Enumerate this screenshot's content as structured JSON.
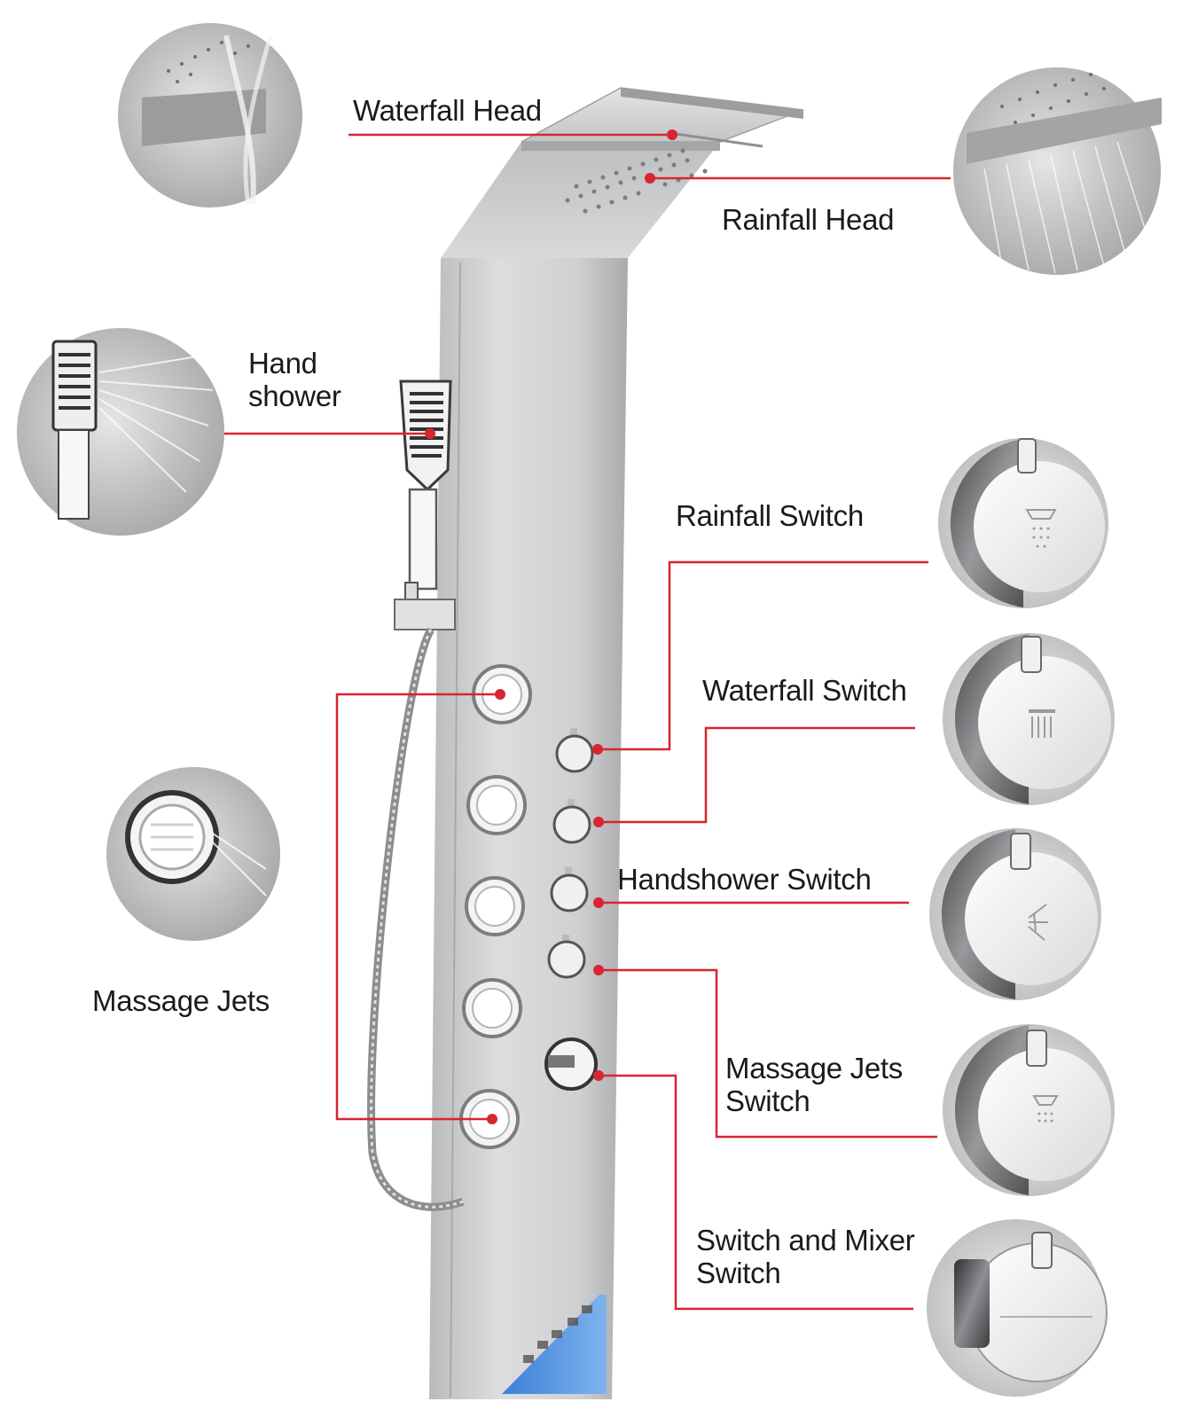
{
  "labels": {
    "waterfall_head": "Waterfall  Head",
    "rainfall_head": "Rainfall Head",
    "hand_shower": [
      "Hand",
      "shower"
    ],
    "rainfall_switch": "Rainfall Switch",
    "waterfall_switch": "Waterfall Switch",
    "handshower_switch": "Handshower Switch",
    "massage_jets": "Massage Jets",
    "massage_jets_switch": [
      "Massage Jets",
      "Switch"
    ],
    "switch_and_mixer": [
      "Switch and Mixer",
      "Switch"
    ]
  },
  "colors": {
    "leader_line": "#d7262f",
    "steel": "#c9cacb",
    "text": "#1a1a1a"
  },
  "icons": [
    "waterfall-head-detail-photo",
    "rainfall-head-detail-photo",
    "hand-shower-detail-photo",
    "massage-jet-detail-photo",
    "rainfall-switch-knob-icon",
    "waterfall-switch-knob-icon",
    "handshower-switch-knob-icon",
    "massage-jets-switch-knob-icon",
    "mixer-switch-knob-icon"
  ]
}
